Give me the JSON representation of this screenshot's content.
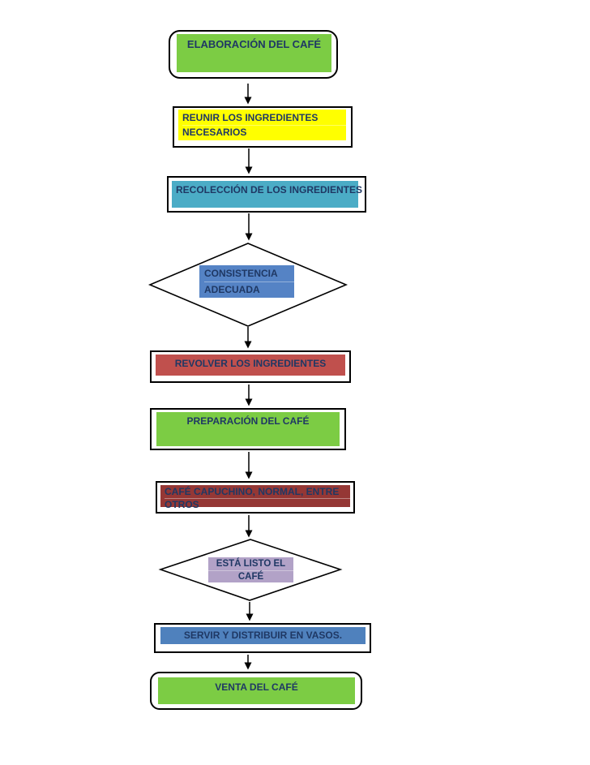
{
  "diagram": {
    "title": "ELABORACIÓN DEL CAFÉ",
    "type": "flowchart",
    "background": "#FFFFFF",
    "text_color": "#1F3864",
    "line_color": "#000000"
  },
  "nodes": [
    {
      "id": "start",
      "shape": "terminator",
      "label": "ELABORACIÓN DEL CAFÉ",
      "fill": "#7CCC44"
    },
    {
      "id": "reunir",
      "shape": "process",
      "lines": [
        "REUNIR LOS INGREDIENTES",
        "NECESARIOS"
      ],
      "fill": "#FFFF00"
    },
    {
      "id": "recoleccion",
      "shape": "process",
      "label": "RECOLECCIÓN DE LOS INGREDIENTES",
      "fill": "#4BACC6"
    },
    {
      "id": "consistencia",
      "shape": "decision",
      "lines": [
        "CONSISTENCIA",
        "ADECUADA"
      ],
      "fill": "#5583C5"
    },
    {
      "id": "revolver",
      "shape": "process",
      "label": "REVOLVER LOS INGREDIENTES",
      "fill": "#C0504D"
    },
    {
      "id": "preparacion",
      "shape": "process",
      "label": "PREPARACIÓN DEL CAFÉ",
      "fill": "#7CCC44"
    },
    {
      "id": "cafe-tipos",
      "shape": "process",
      "lines": [
        "CAFÉ CAPUCHINO, NORMAL, ENTRE",
        "OTROS"
      ],
      "fill": "#953735"
    },
    {
      "id": "esta-listo",
      "shape": "decision",
      "lines": [
        "ESTÁ LISTO EL",
        "CAFÉ"
      ],
      "fill": "#B2A2C7"
    },
    {
      "id": "servir",
      "shape": "process",
      "label": "SERVIR Y DISTRIBUIR EN VASOS.",
      "fill": "#4F81BD"
    },
    {
      "id": "venta",
      "shape": "terminator",
      "label": "VENTA DEL CAFÉ",
      "fill": "#7CCC44"
    }
  ],
  "edges": [
    {
      "from": "start",
      "to": "reunir"
    },
    {
      "from": "reunir",
      "to": "recoleccion"
    },
    {
      "from": "recoleccion",
      "to": "consistencia"
    },
    {
      "from": "consistencia",
      "to": "revolver"
    },
    {
      "from": "revolver",
      "to": "preparacion"
    },
    {
      "from": "preparacion",
      "to": "cafe-tipos"
    },
    {
      "from": "cafe-tipos",
      "to": "esta-listo"
    },
    {
      "from": "esta-listo",
      "to": "servir"
    },
    {
      "from": "servir",
      "to": "venta"
    }
  ]
}
